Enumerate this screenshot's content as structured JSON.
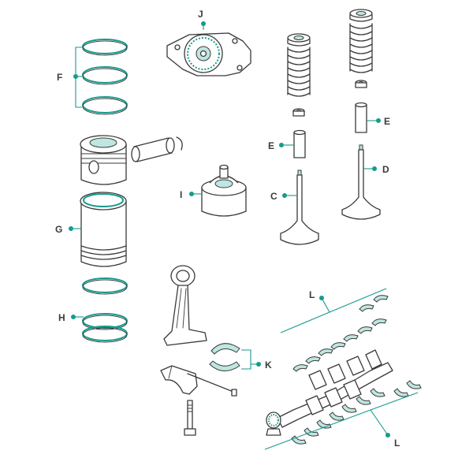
{
  "labels": {
    "J": "J",
    "F": "F",
    "E_left": "E",
    "E_right": "E",
    "D": "D",
    "C": "C",
    "I": "I",
    "G": "G",
    "H": "H",
    "K": "K",
    "L_top": "L",
    "L_bottom": "L"
  },
  "colors": {
    "accent": "#169b8c",
    "accent_light": "#bfe6e1",
    "line": "#3a3a3a",
    "label_text": "#3b3b3b",
    "background": "#ffffff"
  }
}
